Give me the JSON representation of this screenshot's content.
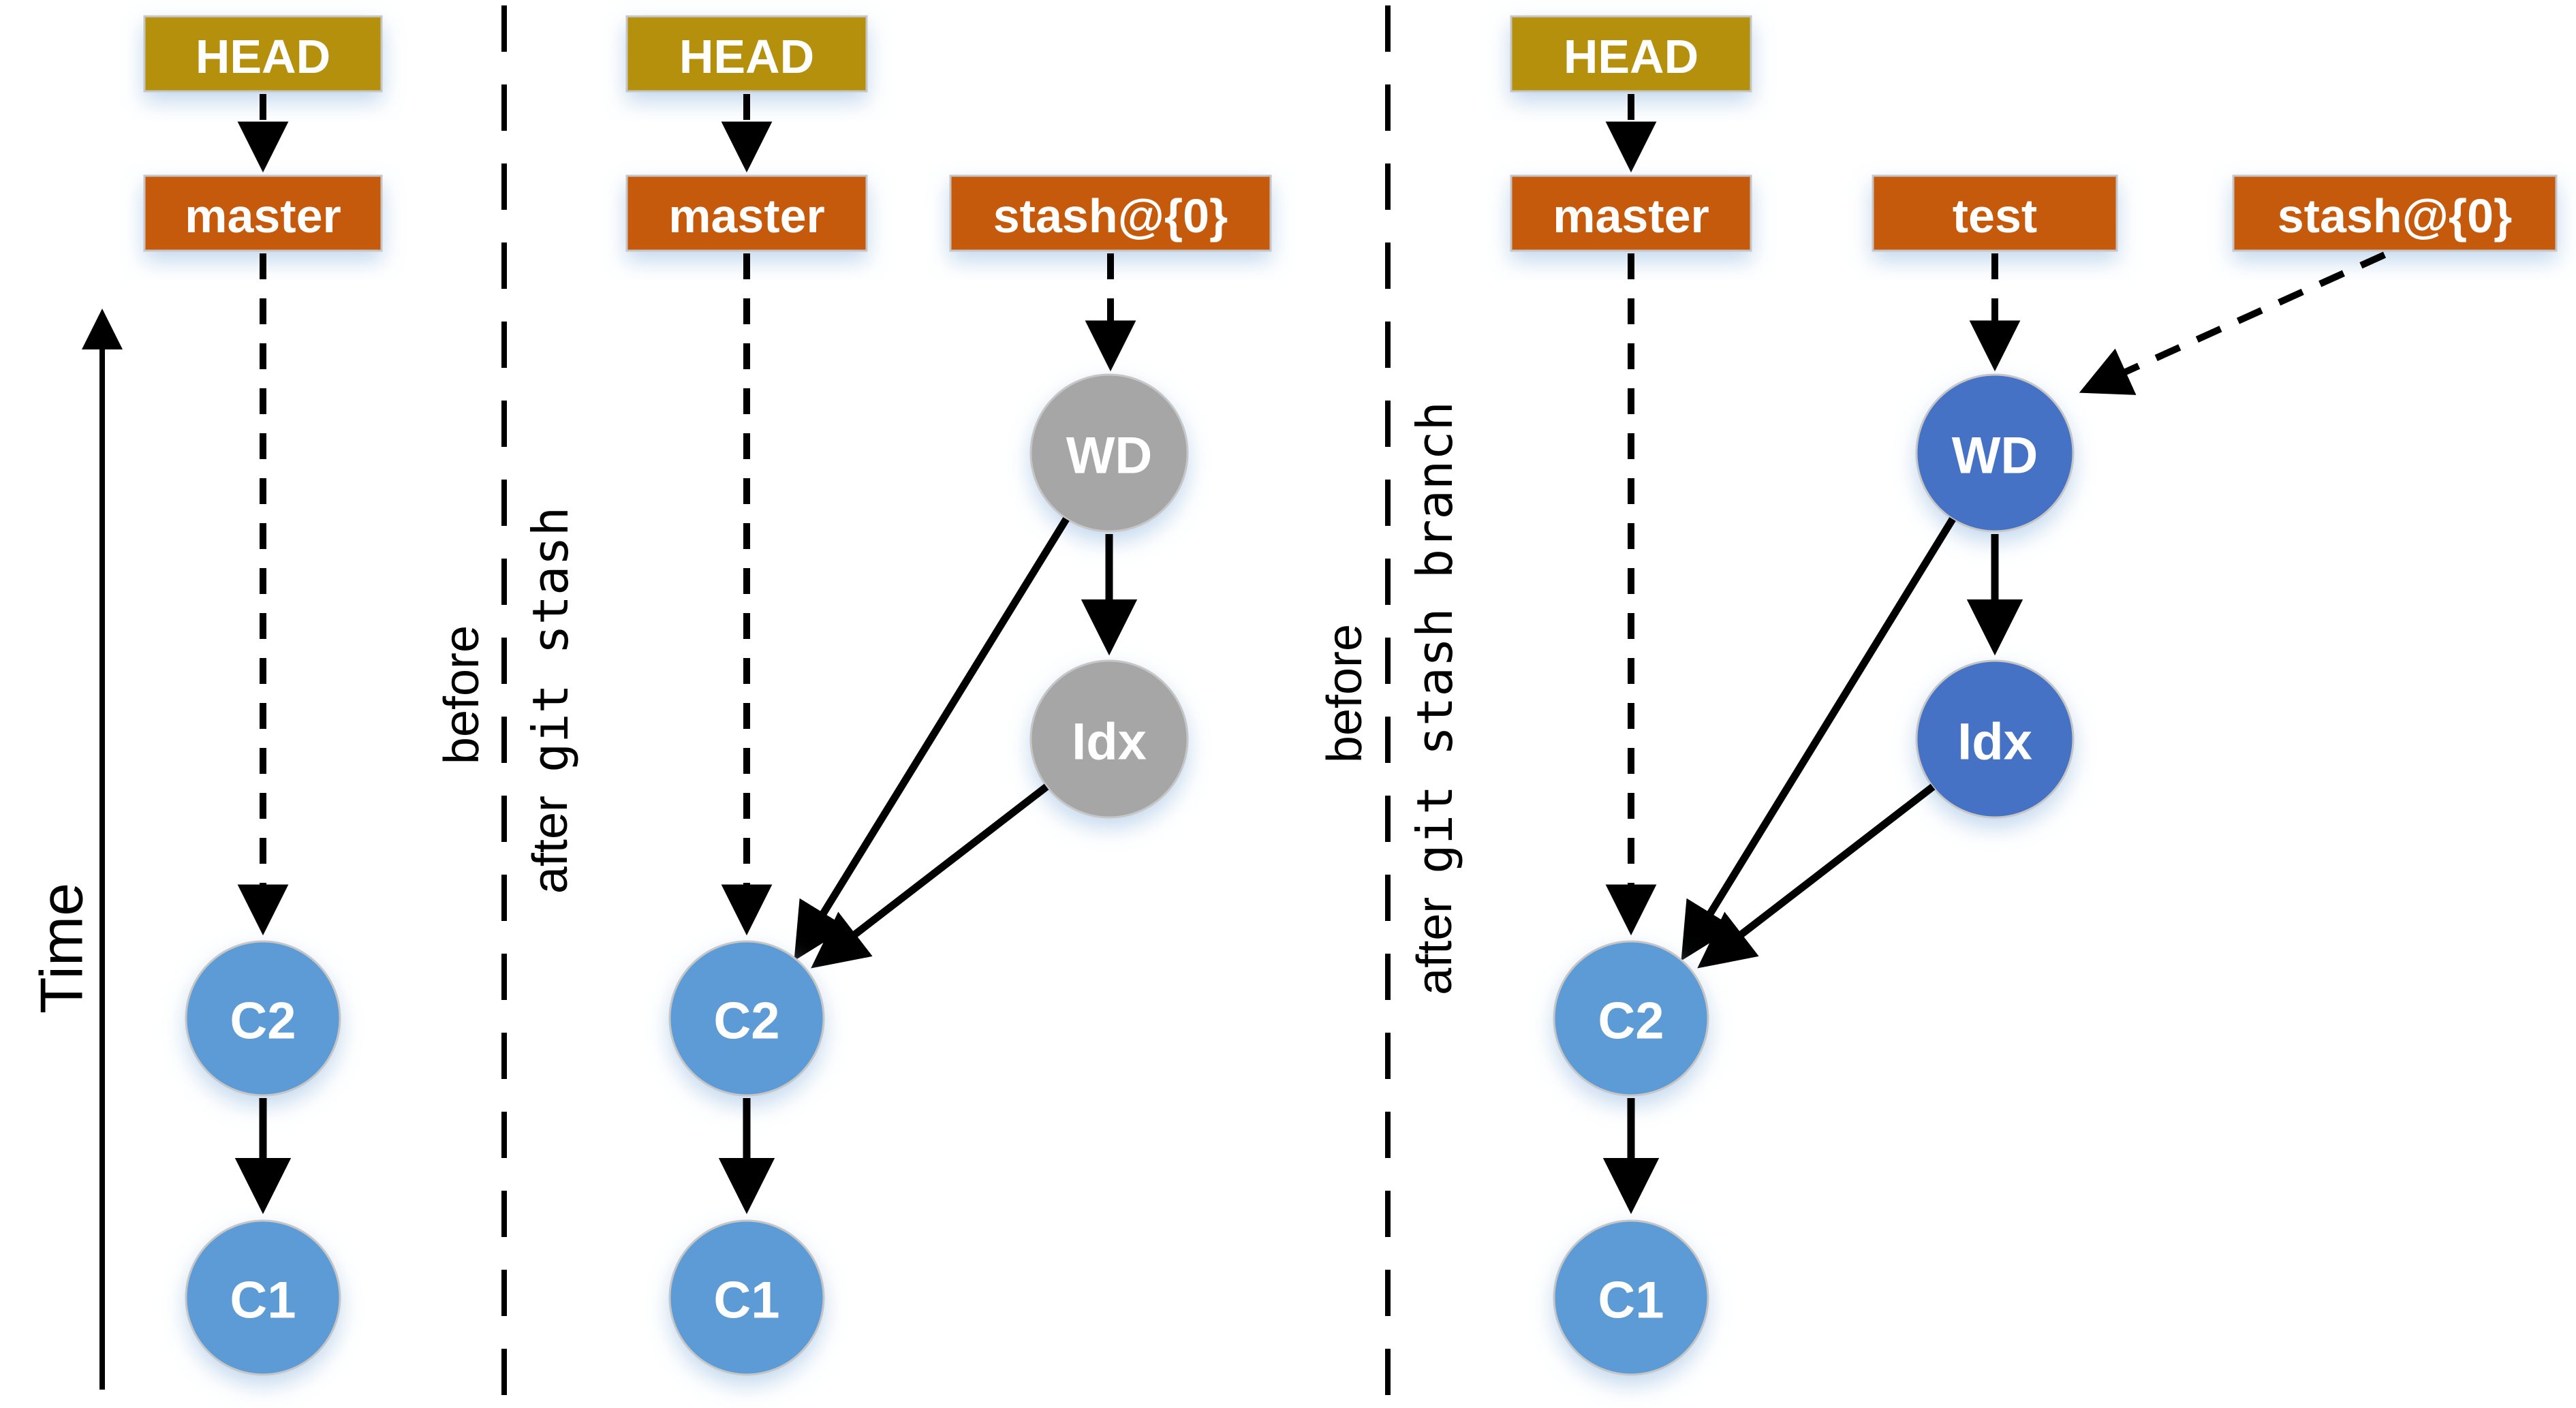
{
  "colors": {
    "background": "#ffffff",
    "head_fill": "#b5900d",
    "ref_fill": "#c55a11",
    "commit_fill": "#5b9bd5",
    "stash_node_fill": "#a6a6a6",
    "stash_branch_node_fill": "#4472c4",
    "shape_border": "#c6c6c6",
    "line": "#000000",
    "text_on_shape": "#ffffff",
    "label_text": "#000000"
  },
  "time_label": "Time",
  "panel_initial": {
    "head": "HEAD",
    "branch": "master",
    "commit_top": "C2",
    "commit_bottom": "C1"
  },
  "divider_stash": {
    "before": "before",
    "after_plain": "after ",
    "after_code": "git stash"
  },
  "panel_stash": {
    "head": "HEAD",
    "branch": "master",
    "stash_ref": "stash@{0}",
    "wd": "WD",
    "idx": "Idx",
    "commit_top": "C2",
    "commit_bottom": "C1"
  },
  "divider_stash_branch": {
    "before": "before",
    "after_plain": "after ",
    "after_code": "git stash branch"
  },
  "panel_stash_branch": {
    "head": "HEAD",
    "branch": "master",
    "new_branch": "test",
    "stash_ref": "stash@{0}",
    "wd": "WD",
    "idx": "Idx",
    "commit_top": "C2",
    "commit_bottom": "C1"
  }
}
